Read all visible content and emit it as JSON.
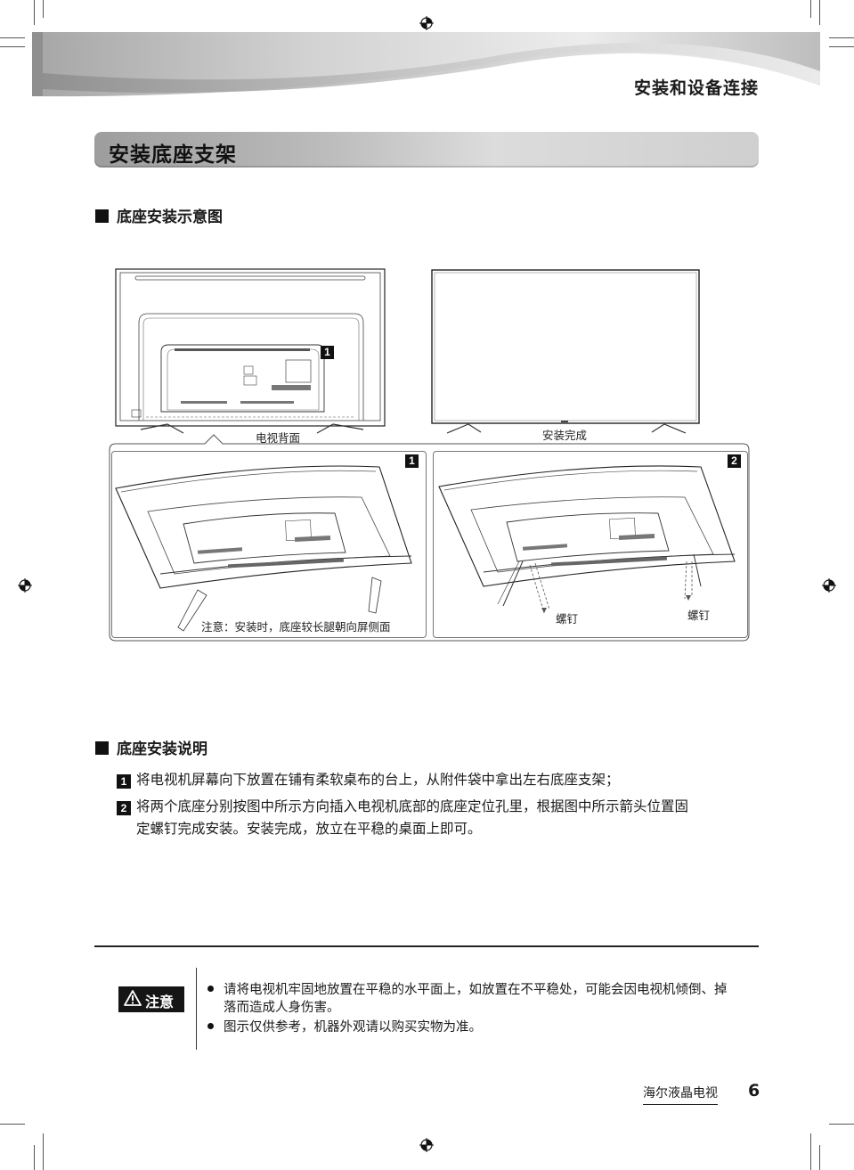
{
  "header": {
    "section": "安装和设备连接"
  },
  "title": "安装底座支架",
  "diagram_section": {
    "heading": "底座安装示意图",
    "labels": {
      "tv_back": "电视背面",
      "install_done": "安装完成",
      "note": "注意：安装时，底座较长腿朝向屏侧面",
      "screw_left": "螺钉",
      "screw_right": "螺钉",
      "badge_1": "1",
      "badge_2": "2",
      "callout_1": "1"
    }
  },
  "instructions": {
    "heading": "底座安装说明",
    "steps": [
      {
        "num": "1",
        "line1": "将电视机屏幕向下放置在铺有柔软桌布的台上，从附件袋中拿出左右底座支架；"
      },
      {
        "num": "2",
        "line1": "将两个底座分别按图中所示方向插入电视机底部的底座定位孔里，根据图中所示箭头位置固",
        "line2": "定螺钉完成安装。安装完成，放立在平稳的桌面上即可。"
      }
    ]
  },
  "caution": {
    "label": "注意",
    "notes": [
      {
        "line1": "请将电视机牢固地放置在平稳的水平面上，如放置在不平稳处，可能会因电视机倾倒、掉",
        "line2": "落而造成人身伤害。"
      },
      {
        "line1": "图示仅供参考，机器外观请以购买实物为准。"
      }
    ]
  },
  "footer": {
    "brand": "海尔液晶电视",
    "page": "6"
  }
}
